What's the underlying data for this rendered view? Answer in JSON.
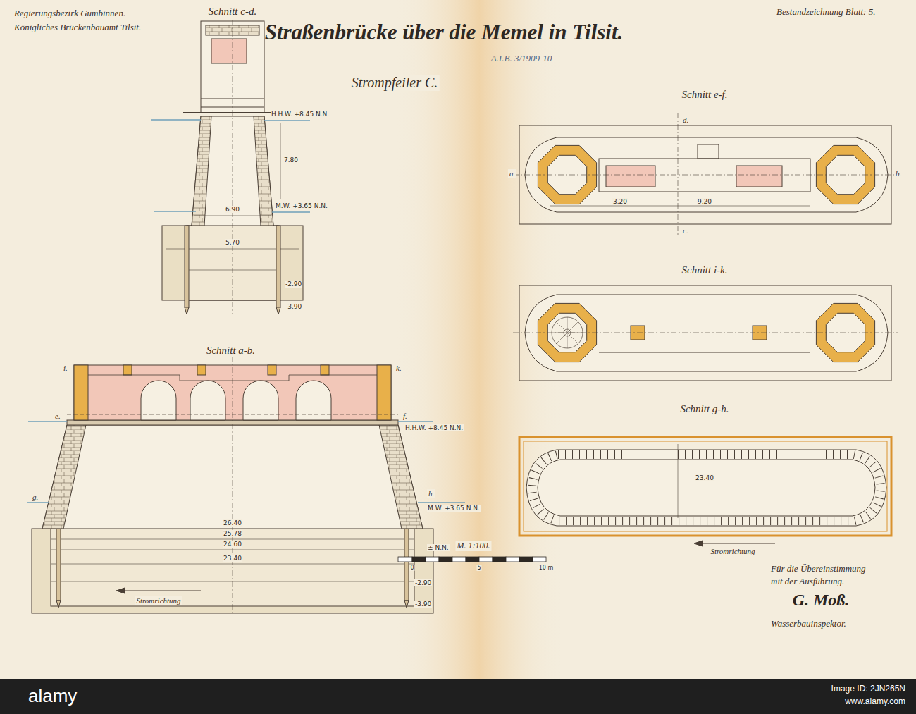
{
  "diagram": {
    "title": "Straßenbrücke über die Memel in Tilsit.",
    "nodes": [
      {
        "text": [
          "Schnitt c-d."
        ]
      },
      {
        "text": [
          "Schnitt e-f."
        ]
      },
      {
        "text": [
          "Schnitt i-k."
        ]
      },
      {
        "text": [
          "Schnitt a-b."
        ]
      },
      {
        "text": [
          "Schnitt g-h."
        ]
      }
    ],
    "labels": [
      "Regierungsbezirk Gumbinnen.",
      "Königliches Brückenbauamt Tilsit.",
      "Bestandzeichnung Blatt: 5.",
      "A.I.B. 3/1909-10",
      "Strompfeiler C.",
      "H.H.W. +8.45 N.N.",
      "7.80",
      "M.W. +3.65 N.N.",
      "6.90",
      "5.70",
      "-2.90",
      "-3.90",
      "i.",
      "k.",
      "e.",
      "f.",
      "H.H.W. +8.45 N.N.",
      "g.",
      "h.",
      "M.W. +3.65 N.N.",
      "26.40",
      "25.78",
      "24.60",
      "23.40",
      "± N.N.",
      "-2.90",
      "-3.90",
      "Stromrichtung",
      "a.",
      "b.",
      "d.",
      "c.",
      "3.20",
      "9.20",
      "23.40",
      "Stromrichtung",
      "M. 1:100.",
      "0",
      "5",
      "10 m",
      "Für die Übereinstimmung",
      "mit der Ausführung.",
      "G. Moß.",
      "Wasserbauinspektor.",
      "alamy",
      "Image ID: 2JN265N",
      "www.alamy.com"
    ]
  }
}
